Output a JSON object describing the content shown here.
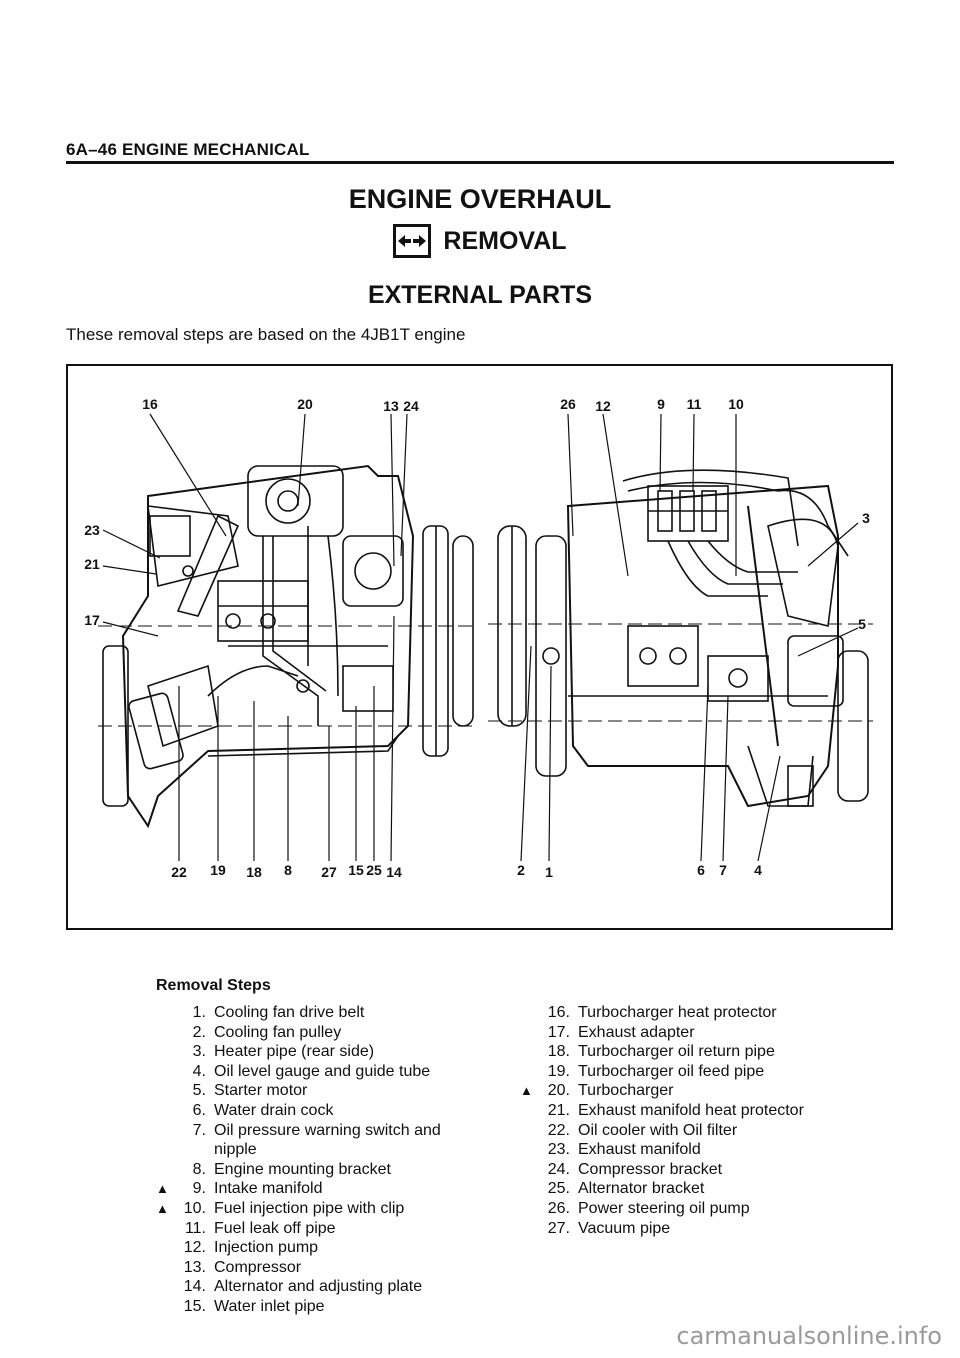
{
  "header": "6A–46 ENGINE MECHANICAL",
  "title": "ENGINE OVERHAUL",
  "subtitle": "REMOVAL",
  "section": "EXTERNAL PARTS",
  "intro": "These removal steps are based on the 4JB1T engine",
  "figure": {
    "callouts_left": [
      "16",
      "20",
      "13",
      "24",
      "23",
      "21",
      "17",
      "22",
      "19",
      "18",
      "8",
      "27",
      "15",
      "25",
      "14"
    ],
    "callouts_right": [
      "26",
      "12",
      "9",
      "11",
      "10",
      "3",
      "5",
      "2",
      "1",
      "6",
      "7",
      "4"
    ]
  },
  "removal_title": "Removal Steps",
  "steps_col1": [
    {
      "mark": "",
      "num": "1.",
      "text": "Cooling fan drive belt"
    },
    {
      "mark": "",
      "num": "2.",
      "text": "Cooling fan pulley"
    },
    {
      "mark": "",
      "num": "3.",
      "text": "Heater pipe (rear side)"
    },
    {
      "mark": "",
      "num": "4.",
      "text": "Oil level gauge and guide tube"
    },
    {
      "mark": "",
      "num": "5.",
      "text": "Starter motor"
    },
    {
      "mark": "",
      "num": "6.",
      "text": "Water drain cock"
    },
    {
      "mark": "",
      "num": "7.",
      "text": "Oil pressure warning switch and"
    },
    {
      "mark": "",
      "num": "",
      "text": "nipple"
    },
    {
      "mark": "",
      "num": "8.",
      "text": "Engine mounting bracket"
    },
    {
      "mark": "▲",
      "num": "9.",
      "text": "Intake manifold"
    },
    {
      "mark": "▲",
      "num": "10.",
      "text": "Fuel injection pipe with clip"
    },
    {
      "mark": "",
      "num": "11.",
      "text": "Fuel leak off pipe"
    },
    {
      "mark": "",
      "num": "12.",
      "text": "Injection pump"
    },
    {
      "mark": "",
      "num": "13.",
      "text": "Compressor"
    },
    {
      "mark": "",
      "num": "14.",
      "text": "Alternator and adjusting plate"
    },
    {
      "mark": "",
      "num": "15.",
      "text": "Water inlet pipe"
    }
  ],
  "steps_col2": [
    {
      "mark": "",
      "num": "16.",
      "text": "Turbocharger heat protector"
    },
    {
      "mark": "",
      "num": "17.",
      "text": "Exhaust adapter"
    },
    {
      "mark": "",
      "num": "18.",
      "text": "Turbocharger oil return pipe"
    },
    {
      "mark": "",
      "num": "19.",
      "text": "Turbocharger oil feed pipe"
    },
    {
      "mark": "▲",
      "num": "20.",
      "text": "Turbocharger"
    },
    {
      "mark": "",
      "num": "21.",
      "text": "Exhaust manifold heat protector"
    },
    {
      "mark": "",
      "num": "22.",
      "text": "Oil cooler with Oil filter"
    },
    {
      "mark": "",
      "num": "23.",
      "text": "Exhaust manifold"
    },
    {
      "mark": "",
      "num": "24.",
      "text": "Compressor bracket"
    },
    {
      "mark": "",
      "num": "25.",
      "text": "Alternator bracket"
    },
    {
      "mark": "",
      "num": "26.",
      "text": "Power steering oil pump"
    },
    {
      "mark": "",
      "num": "27.",
      "text": "Vacuum pipe"
    }
  ],
  "watermark": "carmanualsonline.info"
}
